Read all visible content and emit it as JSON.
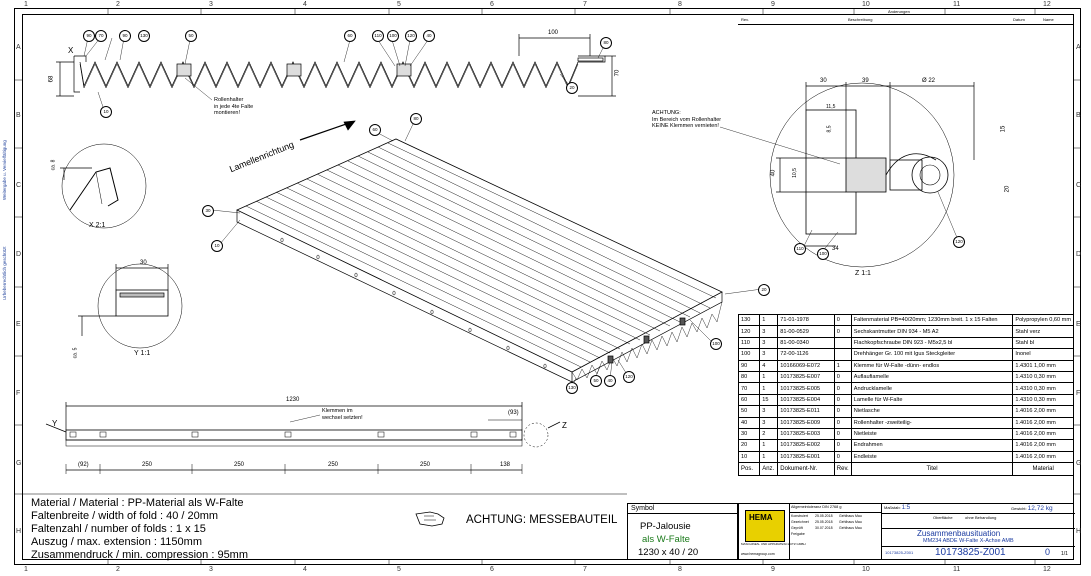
{
  "zones_h": [
    "1",
    "2",
    "3",
    "4",
    "5",
    "6",
    "7",
    "8",
    "9",
    "10",
    "11",
    "12"
  ],
  "zones_v": [
    "A",
    "B",
    "C",
    "D",
    "E",
    "F",
    "G",
    "H"
  ],
  "side_notes": [
    "Urheberrechtlich geschützt",
    "Weitergabe u. Vervielfältigung"
  ],
  "revision_header": {
    "rev": "Rev.",
    "desc": "Beschreibung",
    "date": "Datum",
    "name": "Name",
    "top": "Änderungen"
  },
  "views": {
    "x_label": "X 2:1",
    "y_label": "Y 1:1",
    "z_label": "Z 1:1",
    "x_marker": "X",
    "y_marker": "Y",
    "z_marker": "Z",
    "direction": "Lamellenrichtung"
  },
  "notes": {
    "rollenhalter": [
      "Rollenhalter",
      "in jede 4te Falte",
      "montieren!"
    ],
    "achtung": [
      "ACHTUNG:",
      "Im Bereich vom Rollenhalter",
      "KEINE Klemmen vernieten!"
    ],
    "klemmen": [
      "Klemmen im",
      "wechsel setzten!"
    ]
  },
  "dims": {
    "d100": "100",
    "d70": "70",
    "d68": "68",
    "d30a": "30",
    "d39": "39",
    "d22": "Ø 22",
    "d1230": "1230",
    "d92": "(92)",
    "d93": "(93)",
    "d250a": "250",
    "d250b": "250",
    "d250c": "250",
    "d250d": "250",
    "d138": "138",
    "d30b": "30",
    "d5_8": "ca. 8",
    "d5_5": "ca. 5",
    "d40": "40",
    "d15": "15",
    "d34": "34",
    "d11_5": "11,5",
    "d10_5": "10,5",
    "d8_5": "8,5",
    "d20": "20"
  },
  "balloons": {
    "top_row": [
      "90",
      "70",
      "90",
      "130",
      "50",
      "60",
      "110",
      "100",
      "120",
      "40",
      "80",
      "20",
      "10"
    ],
    "iso": [
      "60",
      "80",
      "30",
      "10",
      "20",
      "100",
      "130",
      "50",
      "40",
      "120"
    ],
    "z": [
      "110",
      "100",
      "120"
    ]
  },
  "bom": {
    "headers": [
      "Pos.",
      "Anz.",
      "Dokument-Nr.",
      "Rev.",
      "Titel",
      "Material"
    ],
    "rows": [
      [
        "130",
        "1",
        "71-01-1978",
        "0",
        "Faltenmaterial  PB=40/20mm; 1230mm breit. 1 x 15 Falten",
        "Polypropylen 0,60 mm"
      ],
      [
        "120",
        "3",
        "81-00-0529",
        "0",
        "Sechskantmutter DIN 934 - M5 A2",
        "Stahl verz"
      ],
      [
        "110",
        "3",
        "81-00-0340",
        "",
        "Flachkopfschraube DIN 923 - M5x2,5 bl",
        "Stahl bl"
      ],
      [
        "100",
        "3",
        "72-00-1126",
        "",
        "Drehhänger Gr. 100 mit Igus Steckgleiter",
        "Inonel"
      ],
      [
        "90",
        "4",
        "10166069-E072",
        "1",
        "Klemme für W-Falte -dünn- endlos",
        "1.4301  1,00 mm"
      ],
      [
        "80",
        "1",
        "10173825-E007",
        "0",
        "Auflaufiamelle",
        "1.4310  0,30 mm"
      ],
      [
        "70",
        "1",
        "10173825-E005",
        "0",
        "Andrucklamelle",
        "1.4310  0,30 mm"
      ],
      [
        "60",
        "15",
        "10173825-E004",
        "0",
        "Lamelle für W-Falte",
        "1.4310  0,30 mm"
      ],
      [
        "50",
        "3",
        "10173825-E011",
        "0",
        "Nietlasche",
        "1.4016   2,00 mm"
      ],
      [
        "40",
        "3",
        "10173825-E009",
        "0",
        "Rollenhalter -zweiteilig-",
        "1.4016   2,00 mm"
      ],
      [
        "30",
        "2",
        "10173825-E003",
        "0",
        "Nietleiste",
        "1.4016   2,00 mm"
      ],
      [
        "20",
        "1",
        "10173825-E002",
        "0",
        "Endrahmen",
        "1.4016   2,00 mm"
      ],
      [
        "10",
        "1",
        "10173825-E001",
        "0",
        "Endleiste",
        "1.4016   2,00 mm"
      ]
    ]
  },
  "material": {
    "lines": [
      "Material / Material :  PP-Material als W-Falte",
      "Faltenbreite / width of fold :  40 / 20mm",
      "Faltenzahl / number of folds :  1 x 15",
      "Auszug / max. extension :  1150mm",
      "Zusammendruck / min. compression :  95mm"
    ],
    "warning": "ACHTUNG: MESSEBAUTEIL"
  },
  "symbol": {
    "head": "Symbol",
    "l1": "PP-Jalousie",
    "l2": "als W-Falte",
    "l3": "1230 x 40 / 20"
  },
  "title_block": {
    "company": "HEMA",
    "company_sub": "MASCHINEN- UND APPARATESCHUTZ GMBH",
    "web": "www.hemagroup.com",
    "weight_label": "Allgemeintoleranz DIN 2768 g",
    "massstab": "1:5",
    "gewicht": "12,72 kg",
    "title1": "Zusammenbausituation",
    "title2": "MM234 ABDE W-Falte X-Achse AMB",
    "doc_no": "10173825-Z001",
    "small_doc": "10173825-Z001",
    "rev": "0",
    "sheet": "1/1",
    "row_labels": [
      "Konstruiert",
      "Gezeichnet",
      "Geprüft",
      "Freigabe"
    ],
    "dates": [
      "25.05.2018",
      "25.05.2018",
      "30.07.2018",
      ""
    ],
    "names": [
      "Gehlhaus Mau",
      "Gehlhaus Mau",
      "Gehlhaus Mau",
      ""
    ],
    "surface": "ohne Behandlung",
    "oberflaeche": "Oberfläche"
  },
  "colors": {
    "line": "#000000",
    "title": "#1a3aa0",
    "green": "#1a7a1a",
    "logo": "#e8d000"
  }
}
